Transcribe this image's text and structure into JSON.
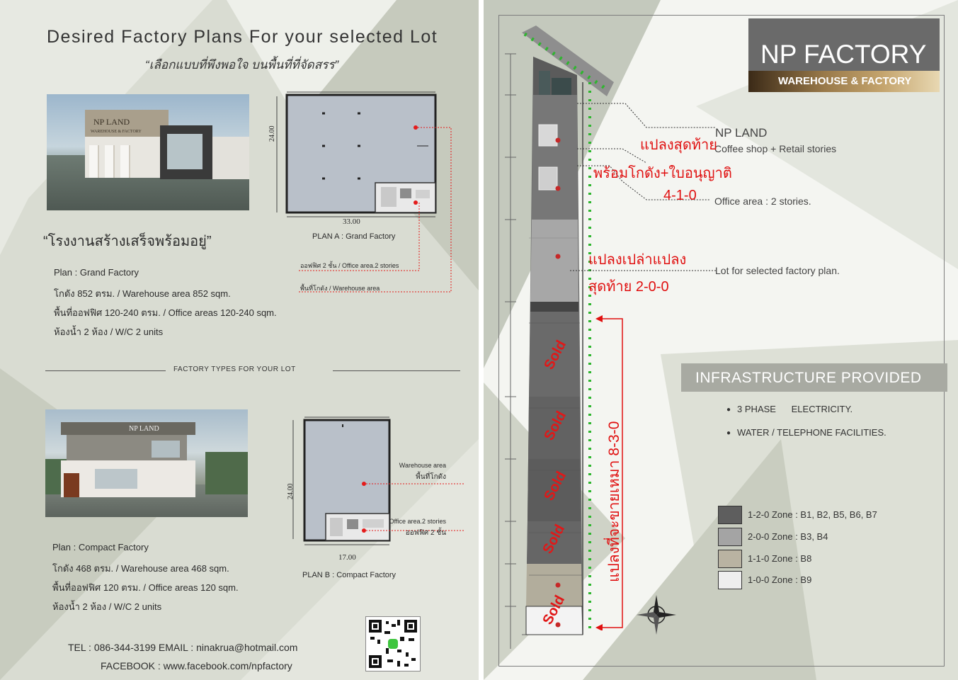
{
  "left": {
    "title": "Desired Factory Plans For your selected Lot",
    "subtitle_th": "“เลือกแบบที่พึงพอใจ บนพื้นที่ที่จัดสรร”",
    "tagline_th": "“โรงงานสร้างเสร็จพร้อมอยู่”",
    "photo_sign": "NP LAND",
    "photo_sign_sub": "WAREHOUSE & FACTORY",
    "plan_a": {
      "height_dim": "24.00",
      "width_dim": "33.00",
      "caption": "PLAN A : Grand Factory",
      "callout_office": "ออฟฟิศ 2 ชั้น / Office area.2 stories",
      "callout_warehouse": "พื้นที่โกดัง / Warehouse area"
    },
    "grand_specs": [
      "Plan : Grand Factory",
      "โกดัง 852 ตรม. / Warehouse area 852 sqm.",
      "พื้นที่ออฟฟิศ 120-240 ตรม. / Office areas 120-240 sqm.",
      "ห้องน้ำ 2 ห้อง / W/C 2 units"
    ],
    "divider_label": "FACTORY TYPES FOR YOUR LOT",
    "plan_b": {
      "height_dim": "24.00",
      "width_dim": "17.00",
      "caption": "PLAN B : Compact Factory",
      "callout_warehouse_en": "Warehouse area",
      "callout_warehouse_th": "พื้นที่โกดัง",
      "callout_office_en": "Office area.2 stories",
      "callout_office_th": "ออฟฟิศ 2 ชั้น"
    },
    "compact_specs": [
      "Plan : Compact Factory",
      "โกดัง 468 ตรม. / Warehouse area 468 sqm.",
      "พื้นที่ออฟฟิศ 120 ตรม. / Office areas 120 sqm.",
      "ห้องน้ำ 2 ห้อง / W/C 2 units"
    ],
    "contact_line1": "TEL : 086-344-3199 EMAIL : ninakrua@hotmail.com",
    "contact_line2": "FACEBOOK : www.facebook.com/npfactory"
  },
  "right": {
    "brand_title": "NP FACTORY",
    "brand_sub": "WAREHOUSE & FACTORY",
    "np_land": "NP LAND",
    "coffee": "Coffee shop + Retail stories",
    "office_area": "Office area : 2 stories.",
    "lot_selected": "Lot for selected factory plan.",
    "red_last_plot_1": "แปลงสุดท้าย",
    "red_last_plot_2": "พร้อมโกดัง+ใบอนุญาติ",
    "red_last_plot_3": "4-1-0",
    "red_empty_1": "แปลงเปล่าแปลง",
    "red_empty_2": "สุดท้าย 2-0-0",
    "red_vertical": "แปลงที่จะขายเหมา 8-3-0",
    "sold_label": "Sold",
    "infra_title": "INFRASTRUCTURE PROVIDED",
    "infra_items": [
      "3 PHASE      ELECTRICITY.",
      "WATER / TELEPHONE FACILITIES."
    ],
    "legend": [
      {
        "label": "1-2-0 Zone : B1, B2, B5, B6, B7",
        "color": "#5e5e5e"
      },
      {
        "label": "2-0-0 Zone : B3, B4",
        "color": "#a4a4a4"
      },
      {
        "label": "1-1-0 Zone : B8",
        "color": "#b9b3a2"
      },
      {
        "label": "1-0-0 Zone : B9",
        "color": "#eeeeee"
      }
    ]
  }
}
